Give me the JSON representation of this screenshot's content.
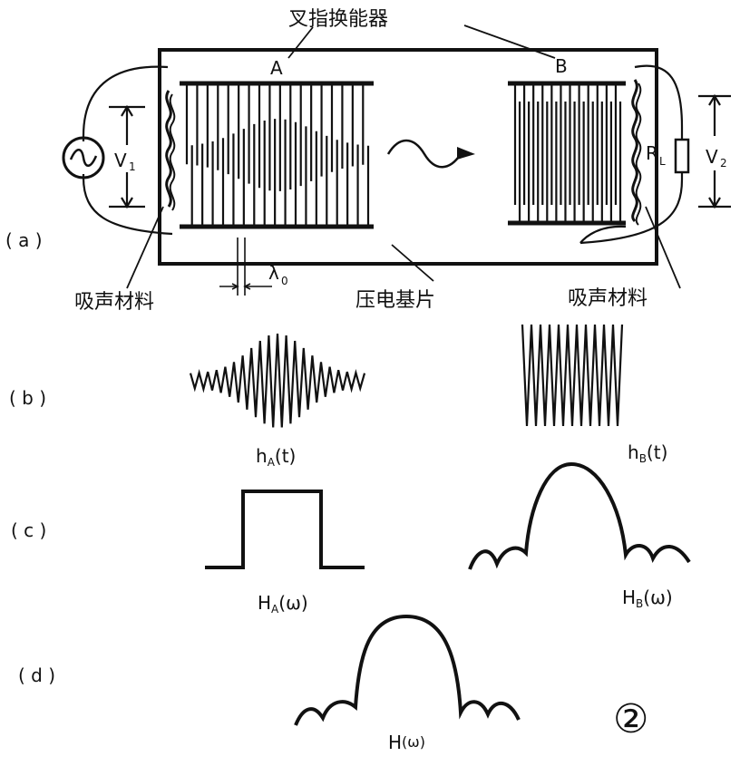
{
  "labels": {
    "transducer": "叉指换能器",
    "a_mark": "A",
    "b_mark": "B",
    "v1": "V",
    "v1_sub": "1",
    "v2": "V",
    "v2_sub": "2",
    "rl": "R",
    "rl_sub": "L",
    "lambda": "λ",
    "lambda_sub": "0",
    "substrate": "压电基片",
    "absorber_left": "吸声材料",
    "absorber_right": "吸声材料",
    "part_a": "( a )",
    "part_b": "( b )",
    "part_c": "( c )",
    "part_d": "( d )",
    "ha_t": "h",
    "ha_t_sub": "A",
    "ha_t_arg": "(t)",
    "hb_t": "h",
    "hb_t_sub": "B",
    "hb_t_arg": "(t)",
    "ha_w": "H",
    "ha_w_sub": "A",
    "ha_w_arg": "(ω)",
    "hb_w": "H",
    "hb_w_sub": "B",
    "hb_w_arg": "(ω)",
    "h_w": "H",
    "h_w_arg": "(ω)",
    "figure_number": "②"
  }
}
